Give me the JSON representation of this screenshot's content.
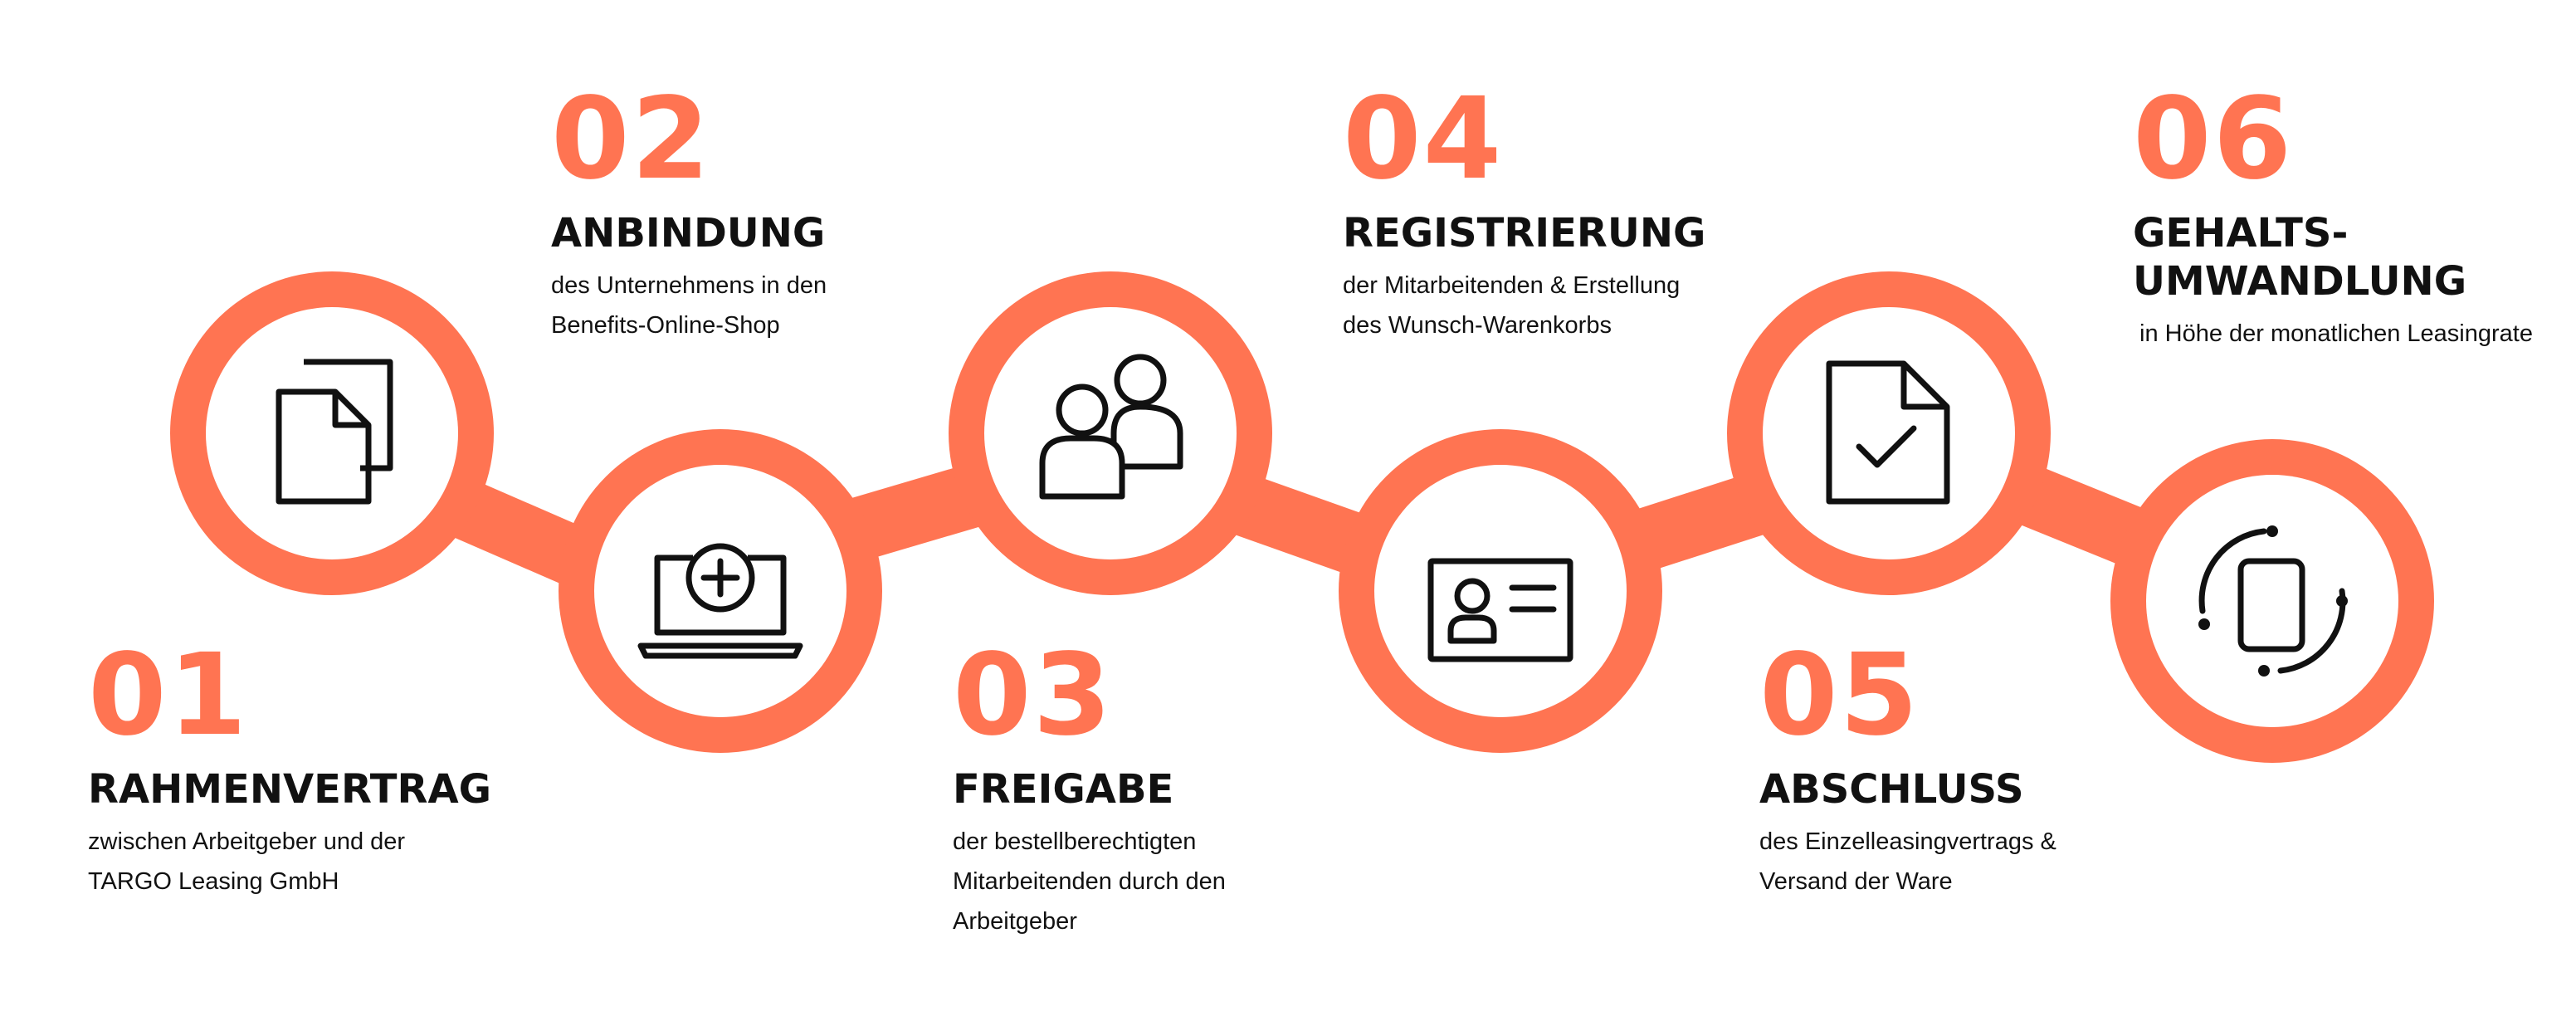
{
  "accent_color": "#ff7452",
  "steps": [
    {
      "num": "01",
      "title": "RAHMENVERTRAG",
      "desc": "zwischen Arbeitgeber und der\nTARGO Leasing GmbH",
      "icon": "documents-icon"
    },
    {
      "num": "02",
      "title": "ANBINDUNG",
      "desc": "des Unternehmens in den\nBenefits-Online-Shop",
      "icon": "laptop-plus-icon"
    },
    {
      "num": "03",
      "title": "FREIGABE",
      "desc": "der bestellberechtigten\nMitarbeitenden durch den\nArbeitgeber",
      "icon": "users-icon"
    },
    {
      "num": "04",
      "title": "REGISTRIERUNG",
      "desc": "der Mitarbeitenden & Erstellung\ndes Wunsch-Warenkorbs",
      "icon": "id-card-icon"
    },
    {
      "num": "05",
      "title": "ABSCHLUSS",
      "desc": "des Einzelleasingvertrags &\nVersand der Ware",
      "icon": "document-check-icon"
    },
    {
      "num": "06",
      "title": "GEHALTS-\nUMWANDLUNG",
      "desc": "in Höhe der monatlichen Leasingrate",
      "icon": "tablet-rotate-icon"
    }
  ]
}
